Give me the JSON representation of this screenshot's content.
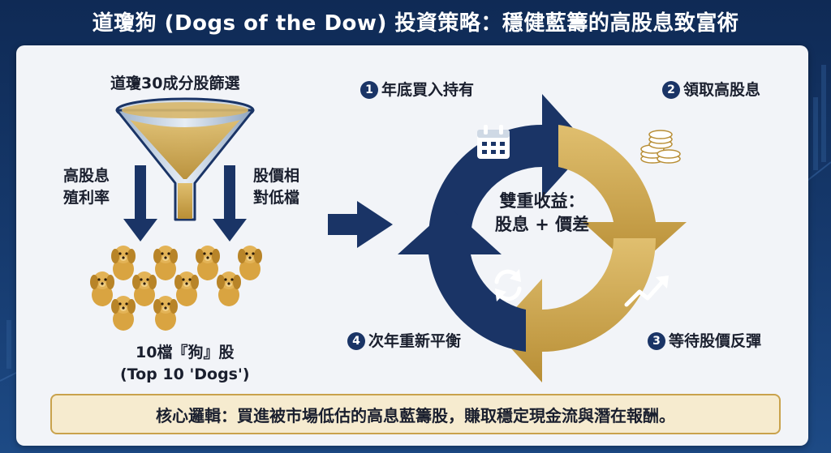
{
  "title": "道瓊狗 (Dogs of the Dow) 投資策略：穩健藍籌的高股息致富術",
  "funnel": {
    "top_label": "道瓊30成分股篩選",
    "left_label_line1": "高股息",
    "left_label_line2": "殖利率",
    "right_label_line1": "股價相",
    "right_label_line2": "對低檔",
    "result_line1": "10檔『狗』股",
    "result_line2": "(Top 10 'Dogs')",
    "dog_count": 10
  },
  "cycle": {
    "center_line1": "雙重收益：",
    "center_line2": "股息 + 價差",
    "steps": [
      {
        "num": "1",
        "label": "年底買入持有",
        "icon": "calendar-icon"
      },
      {
        "num": "2",
        "label": "領取高股息",
        "icon": "coins-icon"
      },
      {
        "num": "3",
        "label": "等待股價反彈",
        "icon": "trend-up-icon"
      },
      {
        "num": "4",
        "label": "次年重新平衡",
        "icon": "refresh-icon"
      }
    ]
  },
  "core_logic": "核心邏輯：買進被市場低估的高息藍籌股，賺取穩定現金流與潛在報酬。",
  "colors": {
    "navy": "#1a3466",
    "gold": "#c9a24c",
    "background": "#163a6e",
    "panel": "#f2f4f8"
  }
}
